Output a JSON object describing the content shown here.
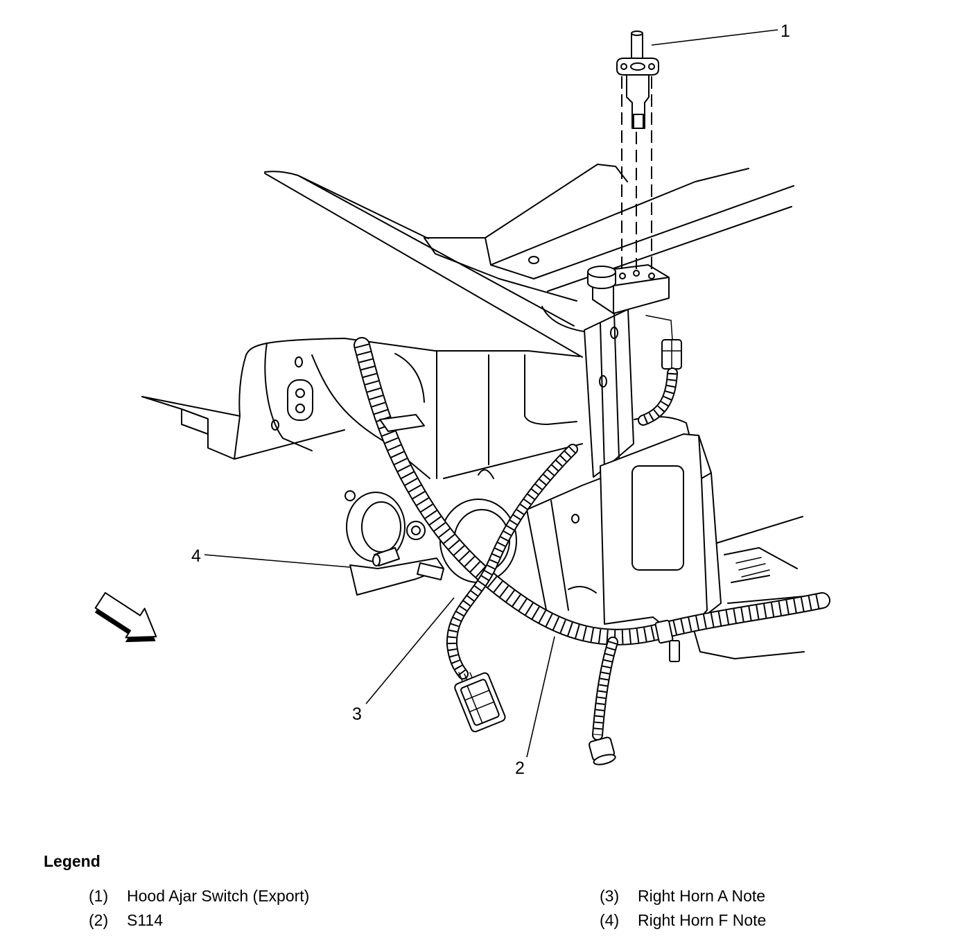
{
  "diagram": {
    "callouts": [
      {
        "label": "1"
      },
      {
        "label": "2"
      },
      {
        "label": "3"
      },
      {
        "label": "4"
      }
    ]
  },
  "legend": {
    "title": "Legend",
    "items": [
      {
        "number": "(1)",
        "text": "Hood Ajar Switch (Export)"
      },
      {
        "number": "(2)",
        "text": "S114"
      },
      {
        "number": "(3)",
        "text": "Right Horn A Note"
      },
      {
        "number": "(4)",
        "text": "Right Horn F Note"
      }
    ]
  },
  "colors": {
    "ink": "#000000",
    "paper": "#ffffff"
  }
}
